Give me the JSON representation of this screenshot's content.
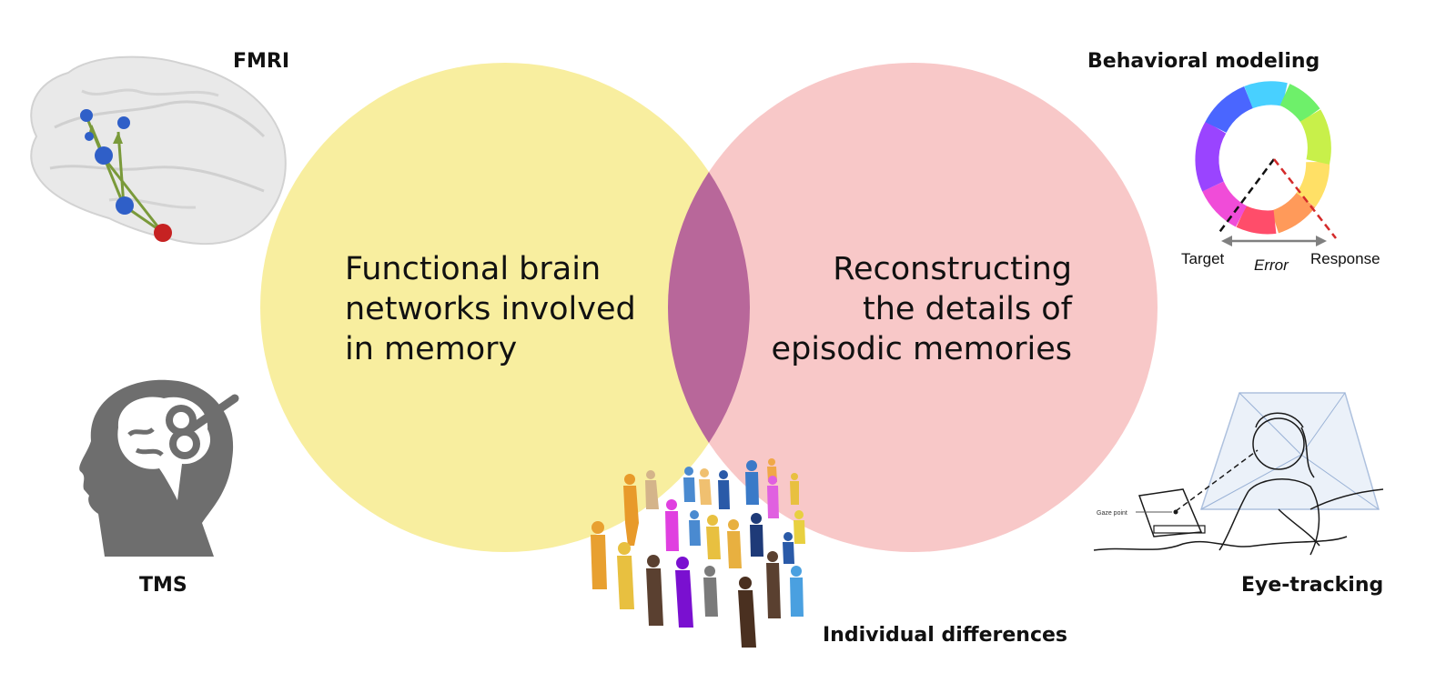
{
  "labels": {
    "fmri": "FMRI",
    "behavioral": "Behavioral modeling",
    "tms": "TMS",
    "eye_tracking": "Eye-tracking",
    "individual": "Individual differences"
  },
  "venn": {
    "left_lines": [
      "Functional brain",
      "networks involved",
      "in memory"
    ],
    "right_lines": [
      "Reconstructing",
      "the details of",
      "episodic memories"
    ]
  },
  "color_wheel": {
    "target": "Target",
    "error": "Error",
    "response": "Response"
  },
  "eye": {
    "gaze_point": "Gaze point"
  },
  "colors": {
    "left_circle": "#f8ee9f",
    "right_circle": "#f8c8c8",
    "overlap": "#b8679a",
    "icon_gray": "#6e6e6e",
    "node_blue": "#2f5fc8",
    "node_red": "#c62222",
    "edge_green": "#7a9a3a"
  },
  "icons": [
    "brain-fmri-icon",
    "color-wheel-icon",
    "head-tms-icon",
    "eye-tracking-person-icon",
    "crowd-people-icon"
  ]
}
